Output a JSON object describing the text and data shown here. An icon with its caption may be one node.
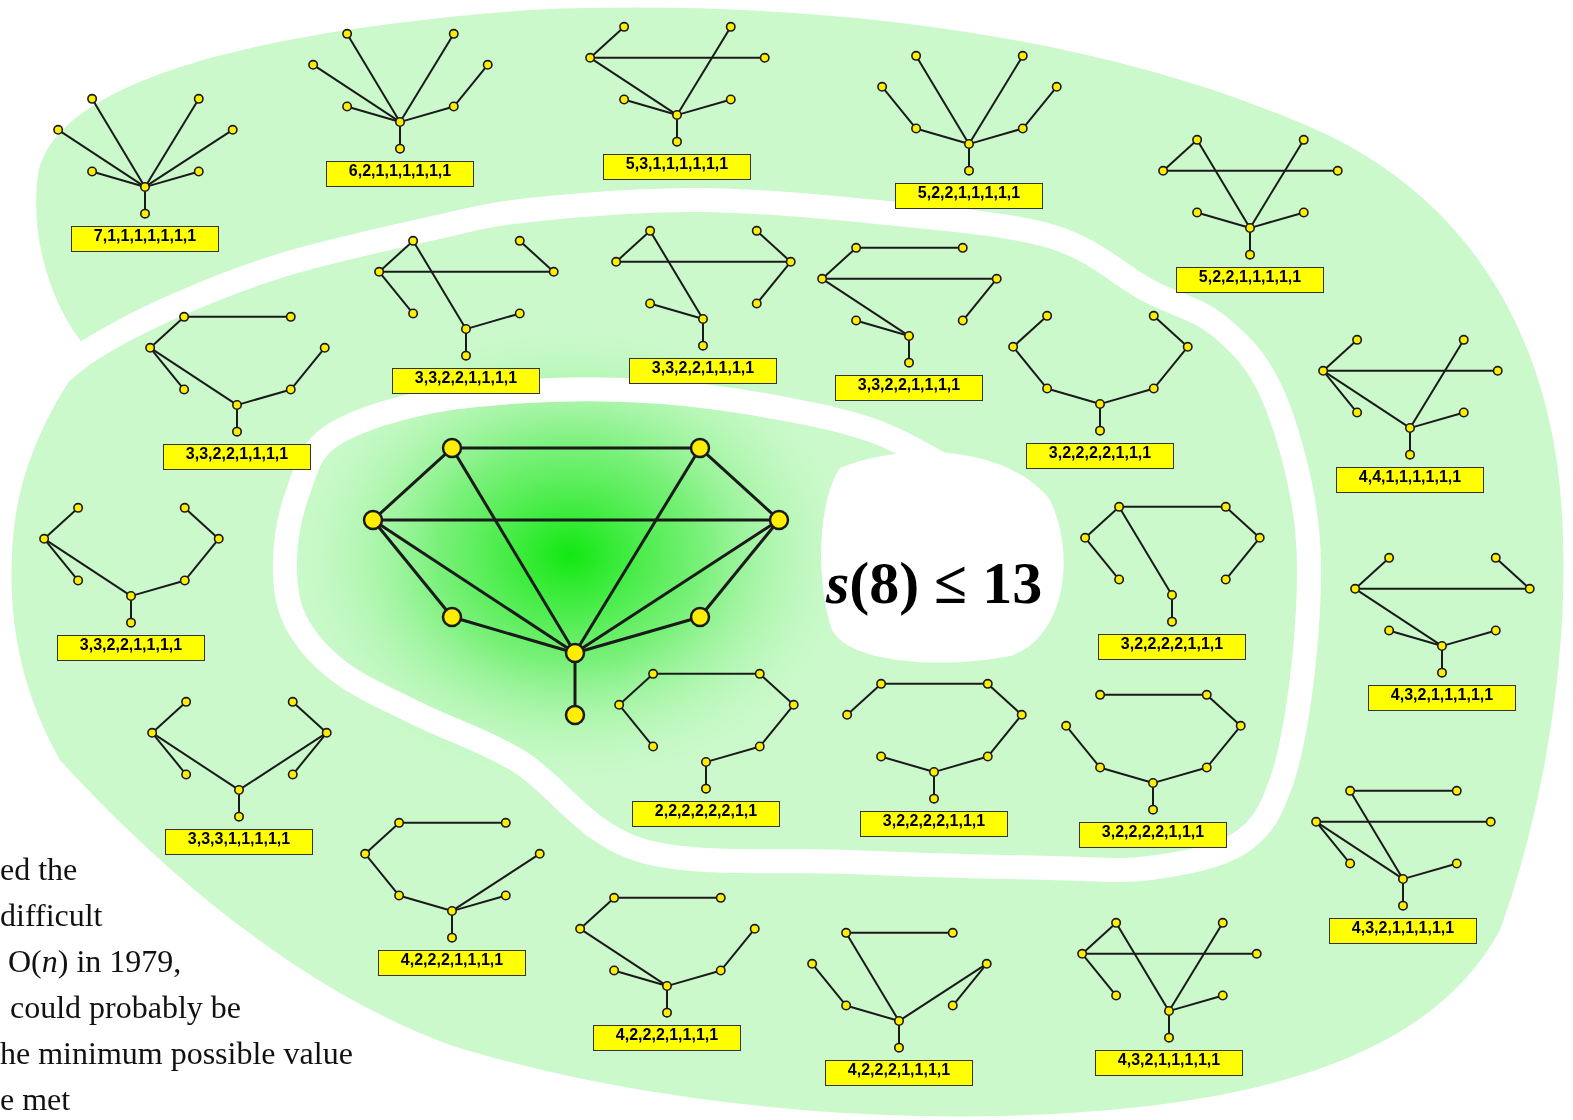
{
  "diagram": {
    "nodes": [
      {
        "text": [],
        "shape": "circle"
      },
      {
        "text": [],
        "shape": "circle"
      },
      {
        "text": [],
        "shape": "circle"
      },
      {
        "text": [],
        "shape": "circle"
      },
      {
        "text": [],
        "shape": "circle"
      },
      {
        "text": [],
        "shape": "circle"
      },
      {
        "text": [],
        "shape": "circle"
      },
      {
        "text": [],
        "shape": "circle"
      },
      {
        "text": [],
        "shape": "circle"
      },
      {
        "text": [],
        "shape": "circle"
      },
      {
        "text": [],
        "shape": "circle"
      },
      {
        "text": [],
        "shape": "circle"
      },
      {
        "text": [],
        "shape": "circle"
      },
      {
        "text": [],
        "shape": "circle"
      },
      {
        "text": [],
        "shape": "circle"
      },
      {
        "text": [],
        "shape": "circle"
      },
      {
        "text": [
          "7,1,1,1,1,1,1,1"
        ]
      },
      {
        "text": [],
        "shape": "circle"
      },
      {
        "text": [],
        "shape": "circle"
      },
      {
        "text": [],
        "shape": "circle"
      },
      {
        "text": [],
        "shape": "circle"
      },
      {
        "text": [],
        "shape": "circle"
      },
      {
        "text": [],
        "shape": "circle"
      },
      {
        "text": [],
        "shape": "circle"
      },
      {
        "text": [],
        "shape": "circle"
      },
      {
        "text": [
          "6,2,1,1,1,1,1,1"
        ]
      },
      {
        "text": [],
        "shape": "circle"
      },
      {
        "text": [],
        "shape": "circle"
      },
      {
        "text": [],
        "shape": "circle"
      },
      {
        "text": [],
        "shape": "circle"
      },
      {
        "text": [],
        "shape": "circle"
      },
      {
        "text": [],
        "shape": "circle"
      },
      {
        "text": [],
        "shape": "circle"
      },
      {
        "text": [],
        "shape": "circle"
      },
      {
        "text": [
          "5,3,1,1,1,1,1,1"
        ]
      },
      {
        "text": [],
        "shape": "circle"
      },
      {
        "text": [],
        "shape": "circle"
      },
      {
        "text": [],
        "shape": "circle"
      },
      {
        "text": [],
        "shape": "circle"
      },
      {
        "text": [],
        "shape": "circle"
      },
      {
        "text": [],
        "shape": "circle"
      },
      {
        "text": [],
        "shape": "circle"
      },
      {
        "text": [],
        "shape": "circle"
      },
      {
        "text": [
          "5,2,2,1,1,1,1,1"
        ]
      },
      {
        "text": [],
        "shape": "circle"
      },
      {
        "text": [],
        "shape": "circle"
      },
      {
        "text": [],
        "shape": "circle"
      },
      {
        "text": [],
        "shape": "circle"
      },
      {
        "text": [],
        "shape": "circle"
      },
      {
        "text": [],
        "shape": "circle"
      },
      {
        "text": [],
        "shape": "circle"
      },
      {
        "text": [],
        "shape": "circle"
      },
      {
        "text": [
          "5,2,2,1,1,1,1,1"
        ]
      },
      {
        "text": [],
        "shape": "circle"
      },
      {
        "text": [],
        "shape": "circle"
      },
      {
        "text": [],
        "shape": "circle"
      },
      {
        "text": [],
        "shape": "circle"
      },
      {
        "text": [],
        "shape": "circle"
      },
      {
        "text": [],
        "shape": "circle"
      },
      {
        "text": [],
        "shape": "circle"
      },
      {
        "text": [],
        "shape": "circle"
      },
      {
        "text": [
          "3,3,2,2,1,1,1,1"
        ]
      },
      {
        "text": [],
        "shape": "circle"
      },
      {
        "text": [],
        "shape": "circle"
      },
      {
        "text": [],
        "shape": "circle"
      },
      {
        "text": [],
        "shape": "circle"
      },
      {
        "text": [],
        "shape": "circle"
      },
      {
        "text": [],
        "shape": "circle"
      },
      {
        "text": [],
        "shape": "circle"
      },
      {
        "text": [],
        "shape": "circle"
      },
      {
        "text": [
          "3,3,2,2,1,1,1,1"
        ]
      },
      {
        "text": [],
        "shape": "circle"
      },
      {
        "text": [],
        "shape": "circle"
      },
      {
        "text": [],
        "shape": "circle"
      },
      {
        "text": [],
        "shape": "circle"
      },
      {
        "text": [],
        "shape": "circle"
      },
      {
        "text": [],
        "shape": "circle"
      },
      {
        "text": [],
        "shape": "circle"
      },
      {
        "text": [],
        "shape": "circle"
      },
      {
        "text": [
          "3,3,2,2,1,1,1,1"
        ]
      },
      {
        "text": [],
        "shape": "circle"
      },
      {
        "text": [],
        "shape": "circle"
      },
      {
        "text": [],
        "shape": "circle"
      },
      {
        "text": [],
        "shape": "circle"
      },
      {
        "text": [],
        "shape": "circle"
      },
      {
        "text": [],
        "shape": "circle"
      },
      {
        "text": [],
        "shape": "circle"
      },
      {
        "text": [],
        "shape": "circle"
      },
      {
        "text": [
          "3,3,2,2,1,1,1,1"
        ]
      },
      {
        "text": [],
        "shape": "circle"
      },
      {
        "text": [],
        "shape": "circle"
      },
      {
        "text": [],
        "shape": "circle"
      },
      {
        "text": [],
        "shape": "circle"
      },
      {
        "text": [],
        "shape": "circle"
      },
      {
        "text": [],
        "shape": "circle"
      },
      {
        "text": [],
        "shape": "circle"
      },
      {
        "text": [],
        "shape": "circle"
      },
      {
        "text": [
          "3,2,2,2,2,1,1,1"
        ]
      },
      {
        "text": [],
        "shape": "circle"
      },
      {
        "text": [],
        "shape": "circle"
      },
      {
        "text": [],
        "shape": "circle"
      },
      {
        "text": [],
        "shape": "circle"
      },
      {
        "text": [],
        "shape": "circle"
      },
      {
        "text": [],
        "shape": "circle"
      },
      {
        "text": [],
        "shape": "circle"
      },
      {
        "text": [],
        "shape": "circle"
      },
      {
        "text": [
          "4,4,1,1,1,1,1,1"
        ]
      },
      {
        "text": [],
        "shape": "circle"
      },
      {
        "text": [],
        "shape": "circle"
      },
      {
        "text": [],
        "shape": "circle"
      },
      {
        "text": [],
        "shape": "circle"
      },
      {
        "text": [],
        "shape": "circle"
      },
      {
        "text": [],
        "shape": "circle"
      },
      {
        "text": [],
        "shape": "circle"
      },
      {
        "text": [],
        "shape": "circle"
      },
      {
        "text": [
          "3,3,2,2,1,1,1,1"
        ]
      },
      {
        "text": [],
        "shape": "circle"
      },
      {
        "text": [],
        "shape": "circle"
      },
      {
        "text": [],
        "shape": "circle"
      },
      {
        "text": [],
        "shape": "circle"
      },
      {
        "text": [],
        "shape": "circle"
      },
      {
        "text": [],
        "shape": "circle"
      },
      {
        "text": [],
        "shape": "circle"
      },
      {
        "text": [],
        "shape": "circle"
      },
      {
        "text": [
          "3,2,2,2,2,1,1,1"
        ]
      },
      {
        "text": [],
        "shape": "circle"
      },
      {
        "text": [],
        "shape": "circle"
      },
      {
        "text": [],
        "shape": "circle"
      },
      {
        "text": [],
        "shape": "circle"
      },
      {
        "text": [],
        "shape": "circle"
      },
      {
        "text": [],
        "shape": "circle"
      },
      {
        "text": [],
        "shape": "circle"
      },
      {
        "text": [],
        "shape": "circle"
      },
      {
        "text": [
          "4,3,2,1,1,1,1,1"
        ]
      },
      {
        "text": [],
        "shape": "circle"
      },
      {
        "text": [],
        "shape": "circle"
      },
      {
        "text": [],
        "shape": "circle"
      },
      {
        "text": [],
        "shape": "circle"
      },
      {
        "text": [],
        "shape": "circle"
      },
      {
        "text": [],
        "shape": "circle"
      },
      {
        "text": [],
        "shape": "circle"
      },
      {
        "text": [],
        "shape": "circle"
      },
      {
        "text": [
          "3,3,3,1,1,1,1,1"
        ]
      },
      {
        "text": [],
        "shape": "circle"
      },
      {
        "text": [],
        "shape": "circle"
      },
      {
        "text": [],
        "shape": "circle"
      },
      {
        "text": [],
        "shape": "circle"
      },
      {
        "text": [],
        "shape": "circle"
      },
      {
        "text": [],
        "shape": "circle"
      },
      {
        "text": [],
        "shape": "circle"
      },
      {
        "text": [],
        "shape": "circle"
      },
      {
        "text": [
          "2,2,2,2,2,2,1,1"
        ]
      },
      {
        "text": [],
        "shape": "circle"
      },
      {
        "text": [],
        "shape": "circle"
      },
      {
        "text": [],
        "shape": "circle"
      },
      {
        "text": [],
        "shape": "circle"
      },
      {
        "text": [],
        "shape": "circle"
      },
      {
        "text": [],
        "shape": "circle"
      },
      {
        "text": [],
        "shape": "circle"
      },
      {
        "text": [],
        "shape": "circle"
      },
      {
        "text": [
          "3,2,2,2,2,1,1,1"
        ]
      },
      {
        "text": [],
        "shape": "circle"
      },
      {
        "text": [],
        "shape": "circle"
      },
      {
        "text": [],
        "shape": "circle"
      },
      {
        "text": [],
        "shape": "circle"
      },
      {
        "text": [],
        "shape": "circle"
      },
      {
        "text": [],
        "shape": "circle"
      },
      {
        "text": [],
        "shape": "circle"
      },
      {
        "text": [],
        "shape": "circle"
      },
      {
        "text": [
          "3,2,2,2,2,1,1,1"
        ]
      },
      {
        "text": [],
        "shape": "circle"
      },
      {
        "text": [],
        "shape": "circle"
      },
      {
        "text": [],
        "shape": "circle"
      },
      {
        "text": [],
        "shape": "circle"
      },
      {
        "text": [],
        "shape": "circle"
      },
      {
        "text": [],
        "shape": "circle"
      },
      {
        "text": [],
        "shape": "circle"
      },
      {
        "text": [],
        "shape": "circle"
      },
      {
        "text": [
          "4,3,2,1,1,1,1,1"
        ]
      },
      {
        "text": [],
        "shape": "circle"
      },
      {
        "text": [],
        "shape": "circle"
      },
      {
        "text": [],
        "shape": "circle"
      },
      {
        "text": [],
        "shape": "circle"
      },
      {
        "text": [],
        "shape": "circle"
      },
      {
        "text": [],
        "shape": "circle"
      },
      {
        "text": [],
        "shape": "circle"
      },
      {
        "text": [],
        "shape": "circle"
      },
      {
        "text": [
          "4,2,2,2,1,1,1,1"
        ]
      },
      {
        "text": [],
        "shape": "circle"
      },
      {
        "text": [],
        "shape": "circle"
      },
      {
        "text": [],
        "shape": "circle"
      },
      {
        "text": [],
        "shape": "circle"
      },
      {
        "text": [],
        "shape": "circle"
      },
      {
        "text": [],
        "shape": "circle"
      },
      {
        "text": [],
        "shape": "circle"
      },
      {
        "text": [],
        "shape": "circle"
      },
      {
        "text": [
          "4,2,2,2,1,1,1,1"
        ]
      },
      {
        "text": [],
        "shape": "circle"
      },
      {
        "text": [],
        "shape": "circle"
      },
      {
        "text": [],
        "shape": "circle"
      },
      {
        "text": [],
        "shape": "circle"
      },
      {
        "text": [],
        "shape": "circle"
      },
      {
        "text": [],
        "shape": "circle"
      },
      {
        "text": [],
        "shape": "circle"
      },
      {
        "text": [],
        "shape": "circle"
      },
      {
        "text": [
          "4,2,2,2,1,1,1,1"
        ]
      },
      {
        "text": [],
        "shape": "circle"
      },
      {
        "text": [],
        "shape": "circle"
      },
      {
        "text": [],
        "shape": "circle"
      },
      {
        "text": [],
        "shape": "circle"
      },
      {
        "text": [],
        "shape": "circle"
      },
      {
        "text": [],
        "shape": "circle"
      },
      {
        "text": [],
        "shape": "circle"
      },
      {
        "text": [],
        "shape": "circle"
      },
      {
        "text": [
          "4,3,2,1,1,1,1,1"
        ]
      }
    ],
    "edges": [
      {
        "from": 0,
        "to": 1,
        "arrow": "none"
      },
      {
        "from": 2,
        "to": 3,
        "arrow": "none"
      },
      {
        "from": 0,
        "to": 2,
        "arrow": "none"
      },
      {
        "from": 1,
        "to": 3,
        "arrow": "none"
      },
      {
        "from": 0,
        "to": 6,
        "arrow": "none"
      },
      {
        "from": 1,
        "to": 6,
        "arrow": "none"
      },
      {
        "from": 2,
        "to": 6,
        "arrow": "none"
      },
      {
        "from": 3,
        "to": 6,
        "arrow": "none"
      },
      {
        "from": 2,
        "to": 4,
        "arrow": "none"
      },
      {
        "from": 4,
        "to": 6,
        "arrow": "none"
      },
      {
        "from": 3,
        "to": 5,
        "arrow": "none"
      },
      {
        "from": 5,
        "to": 6,
        "arrow": "none"
      },
      {
        "from": 6,
        "to": 7,
        "arrow": "none"
      },
      {
        "from": 14,
        "to": 8,
        "arrow": "none"
      },
      {
        "from": 14,
        "to": 9,
        "arrow": "none"
      },
      {
        "from": 14,
        "to": 10,
        "arrow": "none"
      },
      {
        "from": 14,
        "to": 11,
        "arrow": "none"
      },
      {
        "from": 14,
        "to": 12,
        "arrow": "none"
      },
      {
        "from": 14,
        "to": 13,
        "arrow": "none"
      },
      {
        "from": 14,
        "to": 15,
        "arrow": "none"
      },
      {
        "from": 23,
        "to": 17,
        "arrow": "none"
      },
      {
        "from": 23,
        "to": 18,
        "arrow": "none"
      },
      {
        "from": 23,
        "to": 19,
        "arrow": "none"
      },
      {
        "from": 23,
        "to": 21,
        "arrow": "none"
      },
      {
        "from": 23,
        "to": 22,
        "arrow": "none"
      },
      {
        "from": 20,
        "to": 22,
        "arrow": "none"
      },
      {
        "from": 23,
        "to": 24,
        "arrow": "none"
      },
      {
        "from": 28,
        "to": 26,
        "arrow": "none"
      },
      {
        "from": 28,
        "to": 29,
        "arrow": "none"
      },
      {
        "from": 28,
        "to": 32,
        "arrow": "none"
      },
      {
        "from": 27,
        "to": 32,
        "arrow": "none"
      },
      {
        "from": 30,
        "to": 32,
        "arrow": "none"
      },
      {
        "from": 31,
        "to": 32,
        "arrow": "none"
      },
      {
        "from": 32,
        "to": 33,
        "arrow": "none"
      },
      {
        "from": 35,
        "to": 41,
        "arrow": "none"
      },
      {
        "from": 36,
        "to": 41,
        "arrow": "none"
      },
      {
        "from": 37,
        "to": 39,
        "arrow": "none"
      },
      {
        "from": 39,
        "to": 41,
        "arrow": "none"
      },
      {
        "from": 40,
        "to": 41,
        "arrow": "none"
      },
      {
        "from": 38,
        "to": 40,
        "arrow": "none"
      },
      {
        "from": 41,
        "to": 42,
        "arrow": "none"
      },
      {
        "from": 46,
        "to": 44,
        "arrow": "none"
      },
      {
        "from": 46,
        "to": 47,
        "arrow": "none"
      },
      {
        "from": 44,
        "to": 50,
        "arrow": "none"
      },
      {
        "from": 45,
        "to": 50,
        "arrow": "none"
      },
      {
        "from": 48,
        "to": 50,
        "arrow": "none"
      },
      {
        "from": 49,
        "to": 50,
        "arrow": "none"
      },
      {
        "from": 50,
        "to": 51,
        "arrow": "none"
      },
      {
        "from": 55,
        "to": 53,
        "arrow": "none"
      },
      {
        "from": 53,
        "to": 54,
        "arrow": "none"
      },
      {
        "from": 55,
        "to": 57,
        "arrow": "none"
      },
      {
        "from": 55,
        "to": 59,
        "arrow": "none"
      },
      {
        "from": 59,
        "to": 58,
        "arrow": "none"
      },
      {
        "from": 58,
        "to": 56,
        "arrow": "none"
      },
      {
        "from": 59,
        "to": 60,
        "arrow": "none"
      },
      {
        "from": 64,
        "to": 62,
        "arrow": "none"
      },
      {
        "from": 64,
        "to": 65,
        "arrow": "none"
      },
      {
        "from": 64,
        "to": 66,
        "arrow": "none"
      },
      {
        "from": 62,
        "to": 68,
        "arrow": "none"
      },
      {
        "from": 67,
        "to": 68,
        "arrow": "none"
      },
      {
        "from": 68,
        "to": 69,
        "arrow": "none"
      },
      {
        "from": 63,
        "to": 65,
        "arrow": "none"
      },
      {
        "from": 73,
        "to": 71,
        "arrow": "none"
      },
      {
        "from": 73,
        "to": 74,
        "arrow": "none"
      },
      {
        "from": 71,
        "to": 77,
        "arrow": "none"
      },
      {
        "from": 75,
        "to": 77,
        "arrow": "none"
      },
      {
        "from": 72,
        "to": 74,
        "arrow": "none"
      },
      {
        "from": 74,
        "to": 76,
        "arrow": "none"
      },
      {
        "from": 77,
        "to": 78,
        "arrow": "none"
      },
      {
        "from": 82,
        "to": 80,
        "arrow": "none"
      },
      {
        "from": 80,
        "to": 81,
        "arrow": "none"
      },
      {
        "from": 82,
        "to": 83,
        "arrow": "none"
      },
      {
        "from": 82,
        "to": 86,
        "arrow": "none"
      },
      {
        "from": 84,
        "to": 86,
        "arrow": "none"
      },
      {
        "from": 83,
        "to": 85,
        "arrow": "none"
      },
      {
        "from": 86,
        "to": 87,
        "arrow": "none"
      },
      {
        "from": 91,
        "to": 89,
        "arrow": "none"
      },
      {
        "from": 90,
        "to": 92,
        "arrow": "none"
      },
      {
        "from": 91,
        "to": 93,
        "arrow": "none"
      },
      {
        "from": 93,
        "to": 95,
        "arrow": "none"
      },
      {
        "from": 94,
        "to": 95,
        "arrow": "none"
      },
      {
        "from": 92,
        "to": 94,
        "arrow": "none"
      },
      {
        "from": 95,
        "to": 96,
        "arrow": "none"
      },
      {
        "from": 100,
        "to": 98,
        "arrow": "none"
      },
      {
        "from": 100,
        "to": 101,
        "arrow": "none"
      },
      {
        "from": 100,
        "to": 102,
        "arrow": "none"
      },
      {
        "from": 100,
        "to": 104,
        "arrow": "none"
      },
      {
        "from": 99,
        "to": 104,
        "arrow": "none"
      },
      {
        "from": 103,
        "to": 104,
        "arrow": "none"
      },
      {
        "from": 104,
        "to": 105,
        "arrow": "none"
      },
      {
        "from": 109,
        "to": 107,
        "arrow": "none"
      },
      {
        "from": 109,
        "to": 111,
        "arrow": "none"
      },
      {
        "from": 109,
        "to": 113,
        "arrow": "none"
      },
      {
        "from": 108,
        "to": 110,
        "arrow": "none"
      },
      {
        "from": 110,
        "to": 112,
        "arrow": "none"
      },
      {
        "from": 112,
        "to": 113,
        "arrow": "none"
      },
      {
        "from": 113,
        "to": 114,
        "arrow": "none"
      },
      {
        "from": 116,
        "to": 117,
        "arrow": "none"
      },
      {
        "from": 118,
        "to": 116,
        "arrow": "none"
      },
      {
        "from": 118,
        "to": 120,
        "arrow": "none"
      },
      {
        "from": 116,
        "to": 122,
        "arrow": "none"
      },
      {
        "from": 117,
        "to": 119,
        "arrow": "none"
      },
      {
        "from": 119,
        "to": 121,
        "arrow": "none"
      },
      {
        "from": 122,
        "to": 123,
        "arrow": "none"
      },
      {
        "from": 127,
        "to": 125,
        "arrow": "none"
      },
      {
        "from": 127,
        "to": 128,
        "arrow": "none"
      },
      {
        "from": 126,
        "to": 128,
        "arrow": "none"
      },
      {
        "from": 127,
        "to": 131,
        "arrow": "none"
      },
      {
        "from": 129,
        "to": 131,
        "arrow": "none"
      },
      {
        "from": 130,
        "to": 131,
        "arrow": "none"
      },
      {
        "from": 131,
        "to": 132,
        "arrow": "none"
      },
      {
        "from": 136,
        "to": 134,
        "arrow": "none"
      },
      {
        "from": 136,
        "to": 138,
        "arrow": "none"
      },
      {
        "from": 136,
        "to": 140,
        "arrow": "none"
      },
      {
        "from": 137,
        "to": 135,
        "arrow": "none"
      },
      {
        "from": 137,
        "to": 139,
        "arrow": "none"
      },
      {
        "from": 137,
        "to": 140,
        "arrow": "none"
      },
      {
        "from": 140,
        "to": 141,
        "arrow": "none"
      },
      {
        "from": 145,
        "to": 143,
        "arrow": "none"
      },
      {
        "from": 143,
        "to": 144,
        "arrow": "none"
      },
      {
        "from": 144,
        "to": 146,
        "arrow": "none"
      },
      {
        "from": 145,
        "to": 147,
        "arrow": "none"
      },
      {
        "from": 146,
        "to": 148,
        "arrow": "none"
      },
      {
        "from": 148,
        "to": 149,
        "arrow": "none"
      },
      {
        "from": 149,
        "to": 150,
        "arrow": "none"
      },
      {
        "from": 154,
        "to": 152,
        "arrow": "none"
      },
      {
        "from": 152,
        "to": 153,
        "arrow": "none"
      },
      {
        "from": 153,
        "to": 155,
        "arrow": "none"
      },
      {
        "from": 155,
        "to": 157,
        "arrow": "none"
      },
      {
        "from": 157,
        "to": 158,
        "arrow": "none"
      },
      {
        "from": 156,
        "to": 158,
        "arrow": "none"
      },
      {
        "from": 158,
        "to": 159,
        "arrow": "none"
      },
      {
        "from": 161,
        "to": 162,
        "arrow": "none"
      },
      {
        "from": 162,
        "to": 164,
        "arrow": "none"
      },
      {
        "from": 164,
        "to": 166,
        "arrow": "none"
      },
      {
        "from": 166,
        "to": 167,
        "arrow": "none"
      },
      {
        "from": 163,
        "to": 165,
        "arrow": "none"
      },
      {
        "from": 165,
        "to": 167,
        "arrow": "none"
      },
      {
        "from": 167,
        "to": 168,
        "arrow": "none"
      },
      {
        "from": 170,
        "to": 171,
        "arrow": "none"
      },
      {
        "from": 170,
        "to": 176,
        "arrow": "none"
      },
      {
        "from": 172,
        "to": 173,
        "arrow": "none"
      },
      {
        "from": 172,
        "to": 174,
        "arrow": "none"
      },
      {
        "from": 172,
        "to": 176,
        "arrow": "none"
      },
      {
        "from": 175,
        "to": 176,
        "arrow": "none"
      },
      {
        "from": 176,
        "to": 177,
        "arrow": "none"
      },
      {
        "from": 179,
        "to": 180,
        "arrow": "none"
      },
      {
        "from": 181,
        "to": 179,
        "arrow": "none"
      },
      {
        "from": 181,
        "to": 183,
        "arrow": "none"
      },
      {
        "from": 183,
        "to": 185,
        "arrow": "none"
      },
      {
        "from": 182,
        "to": 185,
        "arrow": "none"
      },
      {
        "from": 184,
        "to": 185,
        "arrow": "none"
      },
      {
        "from": 185,
        "to": 186,
        "arrow": "none"
      },
      {
        "from": 188,
        "to": 189,
        "arrow": "none"
      },
      {
        "from": 190,
        "to": 188,
        "arrow": "none"
      },
      {
        "from": 190,
        "to": 194,
        "arrow": "none"
      },
      {
        "from": 192,
        "to": 194,
        "arrow": "none"
      },
      {
        "from": 193,
        "to": 194,
        "arrow": "none"
      },
      {
        "from": 191,
        "to": 193,
        "arrow": "none"
      },
      {
        "from": 194,
        "to": 195,
        "arrow": "none"
      },
      {
        "from": 197,
        "to": 198,
        "arrow": "none"
      },
      {
        "from": 197,
        "to": 203,
        "arrow": "none"
      },
      {
        "from": 199,
        "to": 201,
        "arrow": "none"
      },
      {
        "from": 201,
        "to": 203,
        "arrow": "none"
      },
      {
        "from": 200,
        "to": 203,
        "arrow": "none"
      },
      {
        "from": 200,
        "to": 202,
        "arrow": "none"
      },
      {
        "from": 203,
        "to": 204,
        "arrow": "none"
      },
      {
        "from": 208,
        "to": 206,
        "arrow": "none"
      },
      {
        "from": 208,
        "to": 209,
        "arrow": "none"
      },
      {
        "from": 208,
        "to": 210,
        "arrow": "none"
      },
      {
        "from": 206,
        "to": 212,
        "arrow": "none"
      },
      {
        "from": 207,
        "to": 212,
        "arrow": "none"
      },
      {
        "from": 211,
        "to": 212,
        "arrow": "none"
      },
      {
        "from": 212,
        "to": 213,
        "arrow": "none"
      }
    ],
    "labels": [
      "*s*(8) ≤ 13",
      "ed the",
      "difficult",
      "O(*n*) in 1979,",
      "could probably be",
      "he minimum possible value",
      "e met"
    ]
  }
}
